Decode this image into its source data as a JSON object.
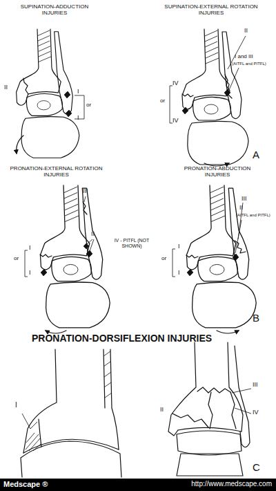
{
  "diagram": {
    "nodes": [
      {
        "text": [
          "Medscape ®",
          "http://www.medscape.com"
        ]
      }
    ],
    "labels": [
      "SUPINATION-ADDUCTION INJURIES",
      "SUPINATION-EXTERNAL ROTATION INJURIES",
      "II",
      "I and III",
      "(AITFL and PITFL)",
      "II",
      "I",
      "IV",
      "or",
      "or",
      "I",
      "IV",
      "A",
      "PRONATION-EXTERNAL ROTATION INJURIES",
      "PRONATION-ABDUCTION INJURIES",
      "III",
      "III",
      "II",
      "(AITFL and PITFL)",
      "II",
      "IV - PITFL (NOT SHOWN)",
      "I",
      "I",
      "or",
      "or",
      "I",
      "I",
      "B",
      "PRONATION-DORSIFLEXION INJURIES",
      "III",
      "I",
      "II",
      "IV",
      "C"
    ]
  }
}
